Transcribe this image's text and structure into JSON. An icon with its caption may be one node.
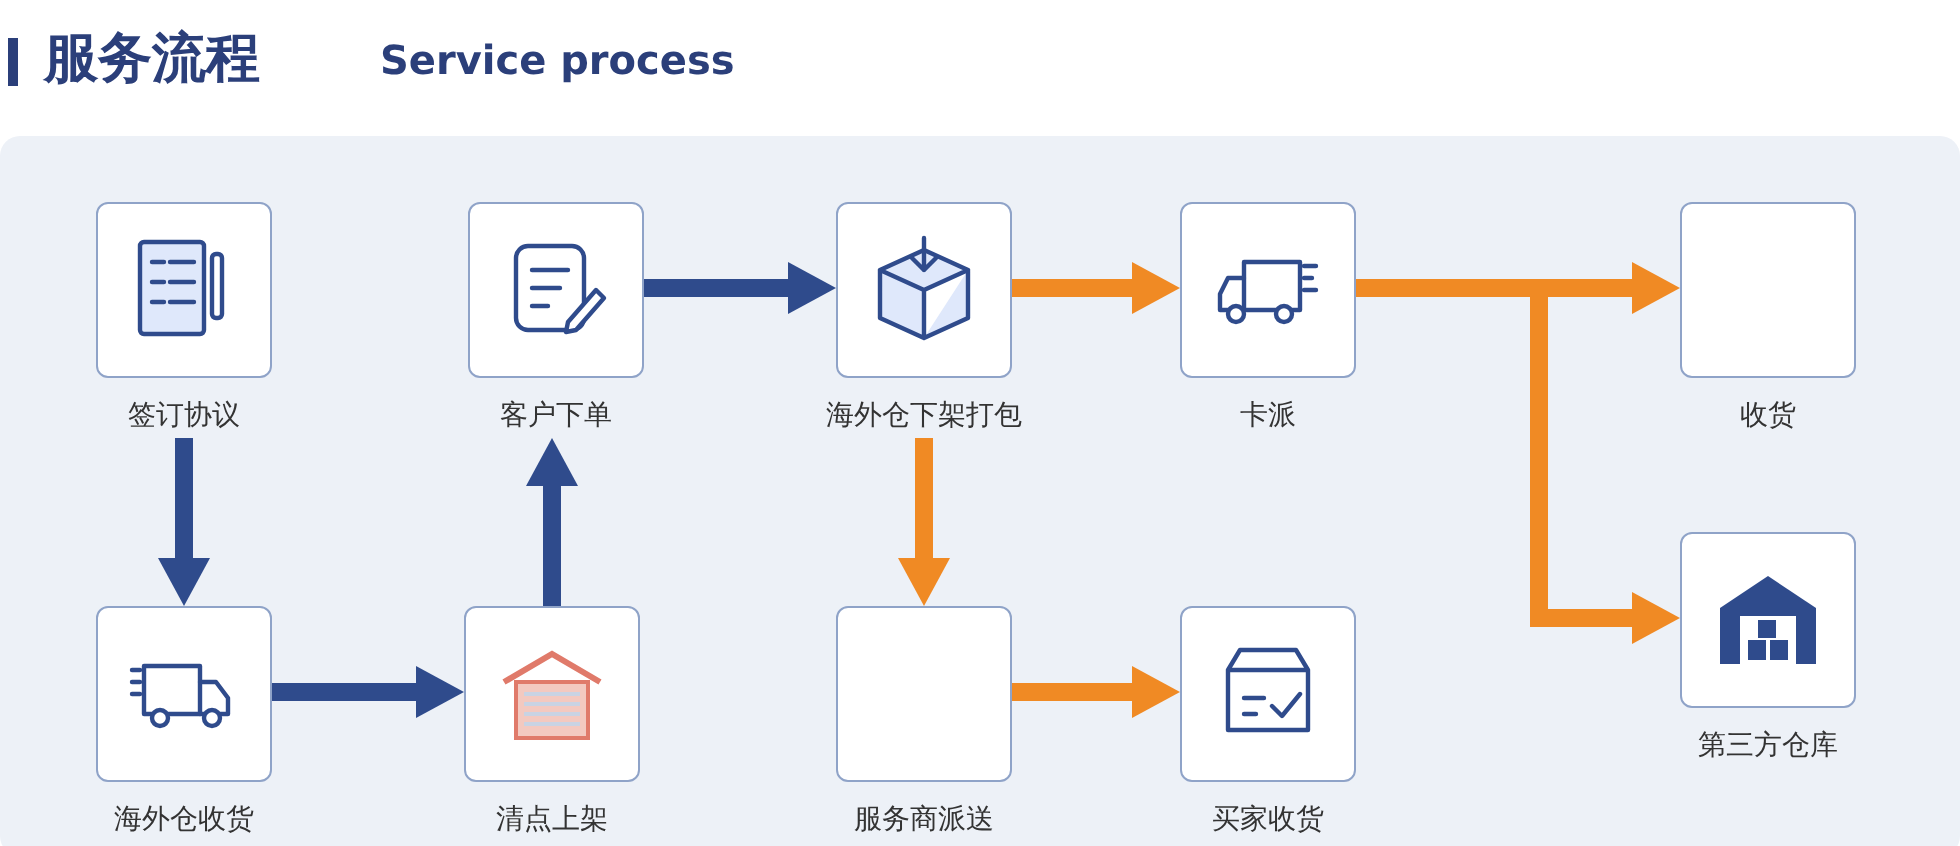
{
  "diagram": {
    "title": "服务流程",
    "nodes": [
      {
        "text": [
          "签订协议"
        ]
      },
      {
        "text": [
          "客户下单"
        ]
      },
      {
        "text": [
          "海外仓下架打包"
        ]
      },
      {
        "text": [
          "卡派"
        ]
      },
      {
        "text": [
          "收货"
        ]
      },
      {
        "text": [
          "海外仓收货"
        ]
      },
      {
        "text": [
          "清点上架"
        ]
      },
      {
        "text": [
          "服务商派送"
        ]
      },
      {
        "text": [
          "买家收货"
        ]
      },
      {
        "text": [
          "第三方仓库"
        ]
      }
    ],
    "edges": [
      {
        "from": 0,
        "to": 5,
        "arrow": "to",
        "color": "#2f4b8c"
      },
      {
        "from": 5,
        "to": 6,
        "arrow": "to",
        "color": "#2f4b8c"
      },
      {
        "from": 6,
        "to": 1,
        "arrow": "to",
        "color": "#2f4b8c"
      },
      {
        "from": 1,
        "to": 2,
        "arrow": "to",
        "color": "#2f4b8c"
      },
      {
        "from": 2,
        "to": 3,
        "arrow": "to"
      },
      {
        "from": 2,
        "to": 7,
        "arrow": "to"
      },
      {
        "from": 7,
        "to": 8,
        "arrow": "to"
      },
      {
        "from": 3,
        "to": 4,
        "arrow": "to"
      },
      {
        "from": 3,
        "to": 9,
        "arrow": "to"
      }
    ],
    "labels": [
      "Service process"
    ]
  }
}
